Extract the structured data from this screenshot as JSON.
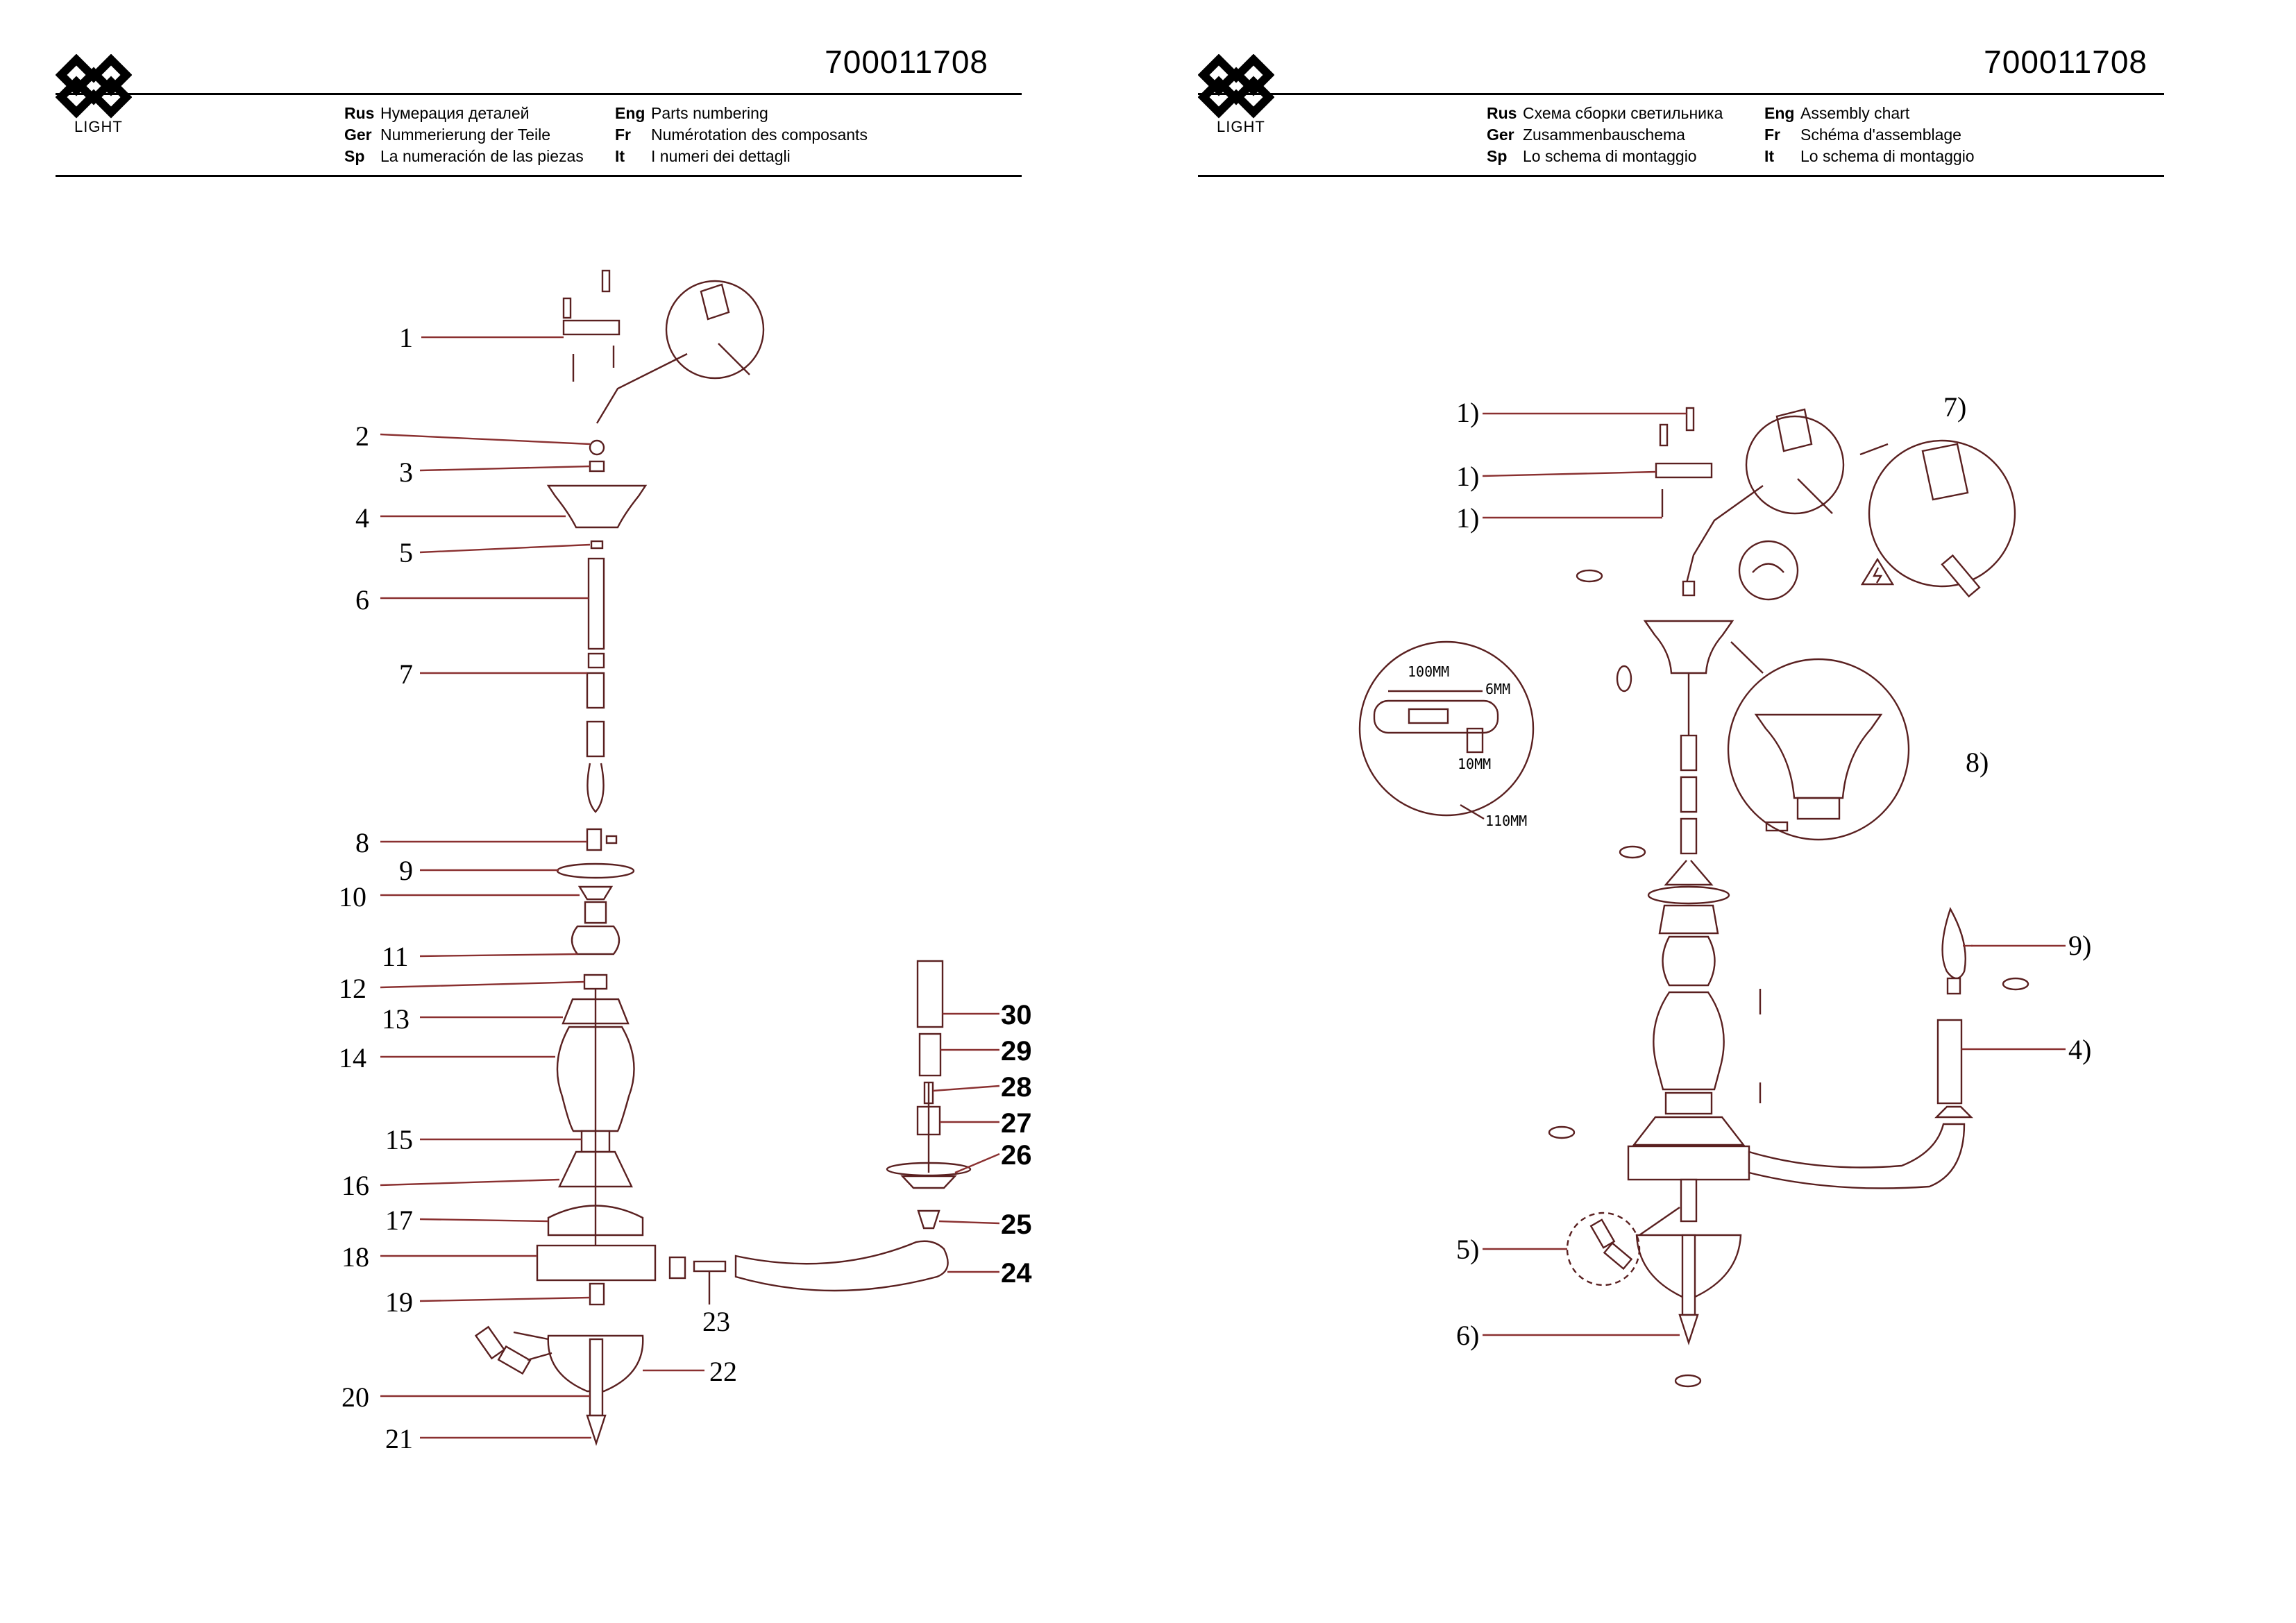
{
  "document_number": "700011708",
  "brand": {
    "logo_text": "LIGHT"
  },
  "left_page": {
    "headers": [
      {
        "code": "Rus",
        "text": "Нумерация деталей"
      },
      {
        "code": "Eng",
        "text": "Parts numbering"
      },
      {
        "code": "Ger",
        "text": "Nummerierung der Teile"
      },
      {
        "code": "Fr",
        "text": "Numérotation des composants"
      },
      {
        "code": "Sp",
        "text": "La numeración de las piezas"
      },
      {
        "code": "It",
        "text": "I numeri dei dettagli"
      }
    ],
    "part_labels": [
      "1",
      "2",
      "3",
      "4",
      "5",
      "6",
      "7",
      "8",
      "9",
      "10",
      "11",
      "12",
      "13",
      "14",
      "15",
      "16",
      "17",
      "18",
      "19",
      "20",
      "21",
      "22",
      "23",
      "24",
      "25",
      "26",
      "27",
      "28",
      "29",
      "30"
    ]
  },
  "right_page": {
    "headers": [
      {
        "code": "Rus",
        "text": "Схема сборки светильника"
      },
      {
        "code": "Eng",
        "text": "Assembly chart"
      },
      {
        "code": "Ger",
        "text": "Zusammenbauschema"
      },
      {
        "code": "Fr",
        "text": "Schéma d'assemblage"
      },
      {
        "code": "Sp",
        "text": "Lo schema di montaggio"
      },
      {
        "code": "It",
        "text": "Lo schema di montaggio"
      }
    ],
    "step_labels": [
      "1)",
      "1)",
      "1)",
      "7)",
      "8)",
      "9)",
      "4)",
      "5)",
      "6)"
    ],
    "bracket_dimensions": {
      "length": "100MM",
      "slot": "6MM",
      "width": "10MM",
      "overall": "110MM"
    }
  }
}
